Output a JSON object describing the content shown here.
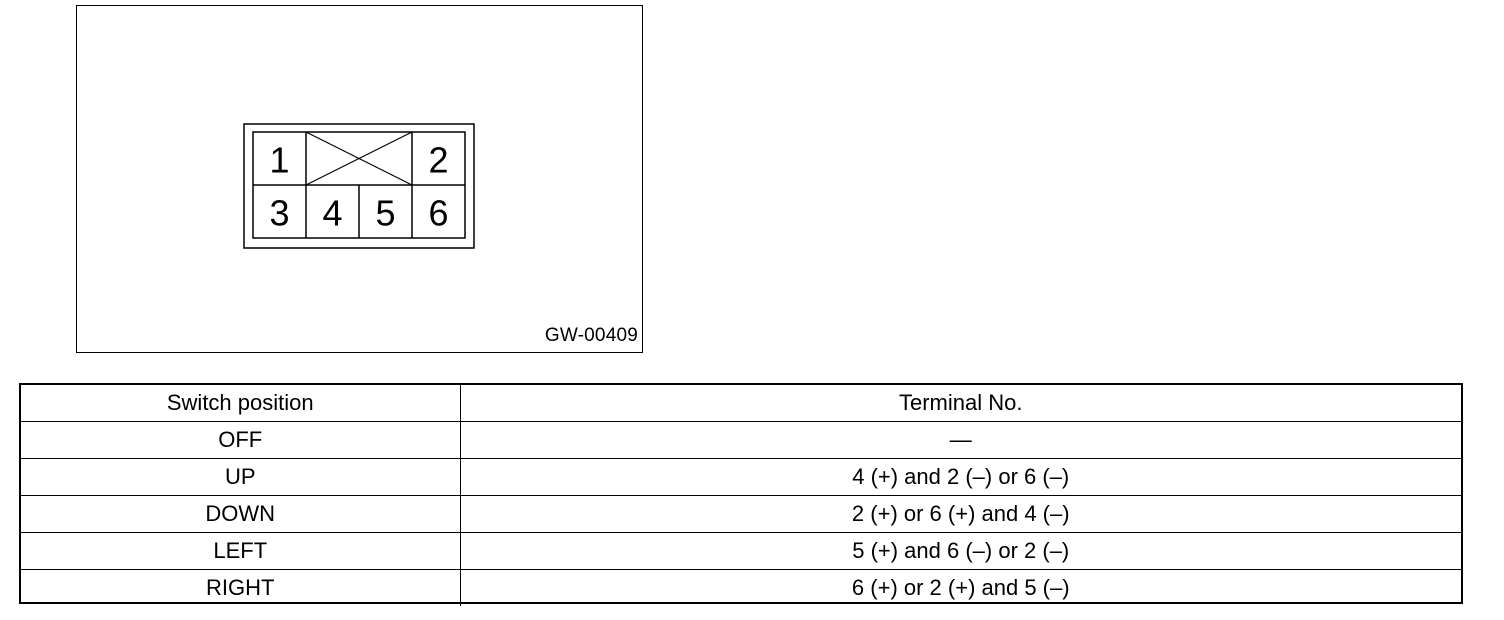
{
  "figure": {
    "code": "GW-00409",
    "terminals": [
      "1",
      "2",
      "3",
      "4",
      "5",
      "6"
    ]
  },
  "table": {
    "headers": [
      "Switch position",
      "Terminal No."
    ],
    "rows": [
      {
        "position": "OFF",
        "terminal": "—"
      },
      {
        "position": "UP",
        "terminal": "4 (+) and 2 (–) or 6 (–)"
      },
      {
        "position": "DOWN",
        "terminal": "2 (+) or 6 (+) and 4 (–)"
      },
      {
        "position": "LEFT",
        "terminal": "5 (+) and 6 (–) or 2 (–)"
      },
      {
        "position": "RIGHT",
        "terminal": "6 (+) or 2 (+) and 5 (–)"
      }
    ]
  }
}
